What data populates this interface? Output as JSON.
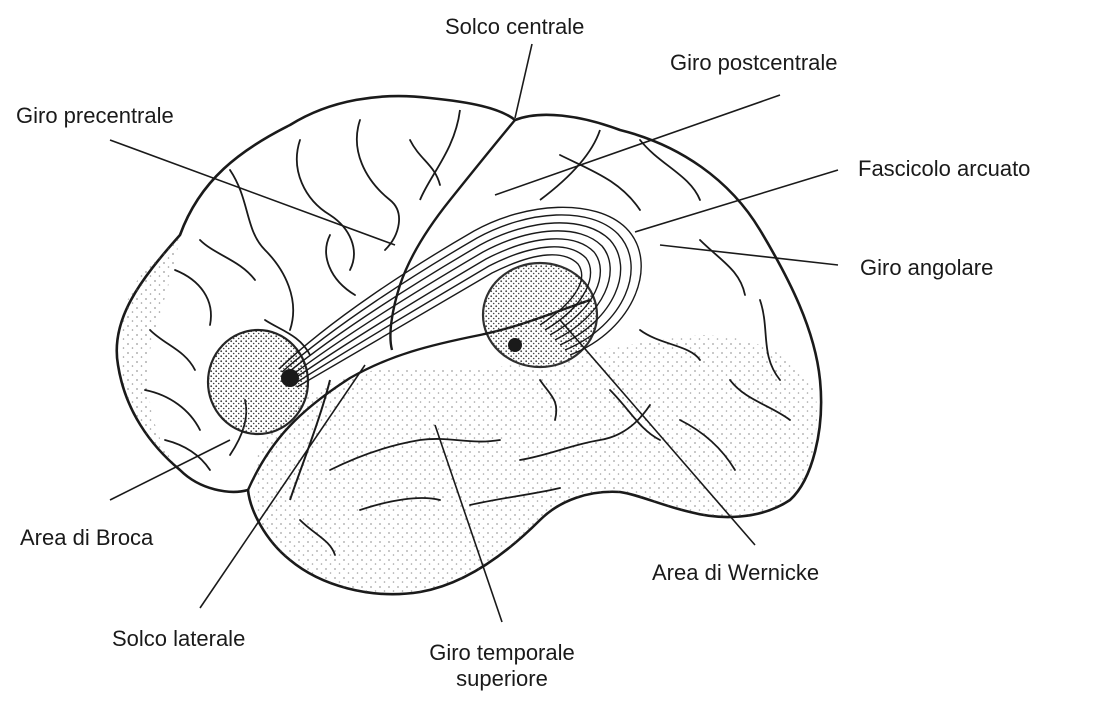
{
  "labels": {
    "central_sulcus": "Solco centrale",
    "postcentral_gyrus": "Giro postcentrale",
    "precentral_gyrus": "Giro precentrale",
    "arcuate_fasciculus": "Fascicolo arcuato",
    "angular_gyrus": "Giro angolare",
    "broca_area": "Area di Broca",
    "wernicke_area": "Area di Wernicke",
    "lateral_sulcus": "Solco laterale",
    "superior_temporal_gyrus_line1": "Giro temporale",
    "superior_temporal_gyrus_line2": "superiore"
  },
  "colors": {
    "line": "#1a1a1a",
    "stipple": "#555555",
    "background": "#ffffff"
  }
}
